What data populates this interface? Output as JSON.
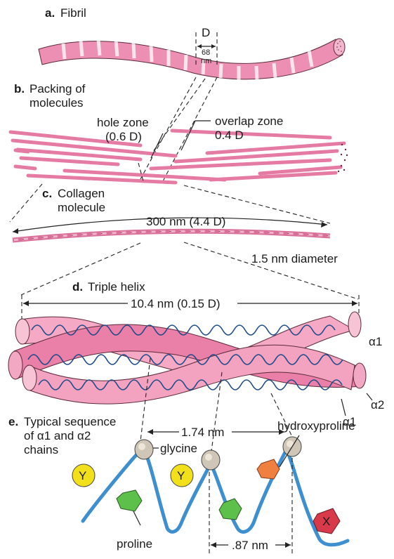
{
  "panels": {
    "a": {
      "letter": "a.",
      "title": "Fibril"
    },
    "b": {
      "letter": "b.",
      "title_line1": "Packing of",
      "title_line2": "molecules"
    },
    "c": {
      "letter": "c.",
      "title_line1": "Collagen",
      "title_line2": "molecule"
    },
    "d": {
      "letter": "d.",
      "title": "Triple helix"
    },
    "e": {
      "letter": "e.",
      "title_line1": "Typical sequence",
      "title_line2": "of α1 and α2",
      "title_line3": "chains"
    }
  },
  "fibril": {
    "period_label": "D",
    "period_value": "68",
    "period_unit": "nm"
  },
  "packing": {
    "hole_label": "hole zone",
    "hole_value": "(0.6 D)",
    "overlap_label": "overlap zone",
    "overlap_value": "0.4 D"
  },
  "molecule": {
    "length_label": "300 nm (4.4 D)",
    "diameter_label": "1.5 nm diameter"
  },
  "helix": {
    "pitch_label": "10.4 nm (0.15 D)",
    "chain_labels": [
      "α1",
      "α2",
      "α1"
    ]
  },
  "sequence": {
    "repeat_label": "1.74 nm",
    "spacing_label": ".87 nm",
    "glycine": "glycine",
    "hydroxyproline": "hydroxyproline",
    "proline": "proline",
    "residue_y": "Y",
    "residue_x": "X"
  },
  "colors": {
    "collagen_pink": "#ec8fb2",
    "helix_dark": "#e0709a",
    "chain_blue": "#3d8fd0",
    "y_residue": "#f2e11a",
    "proline_green": "#5cc04a",
    "x_residue": "#d83a4a",
    "orange_residue": "#f08040",
    "glycine_gray": "#cfc6b8"
  }
}
